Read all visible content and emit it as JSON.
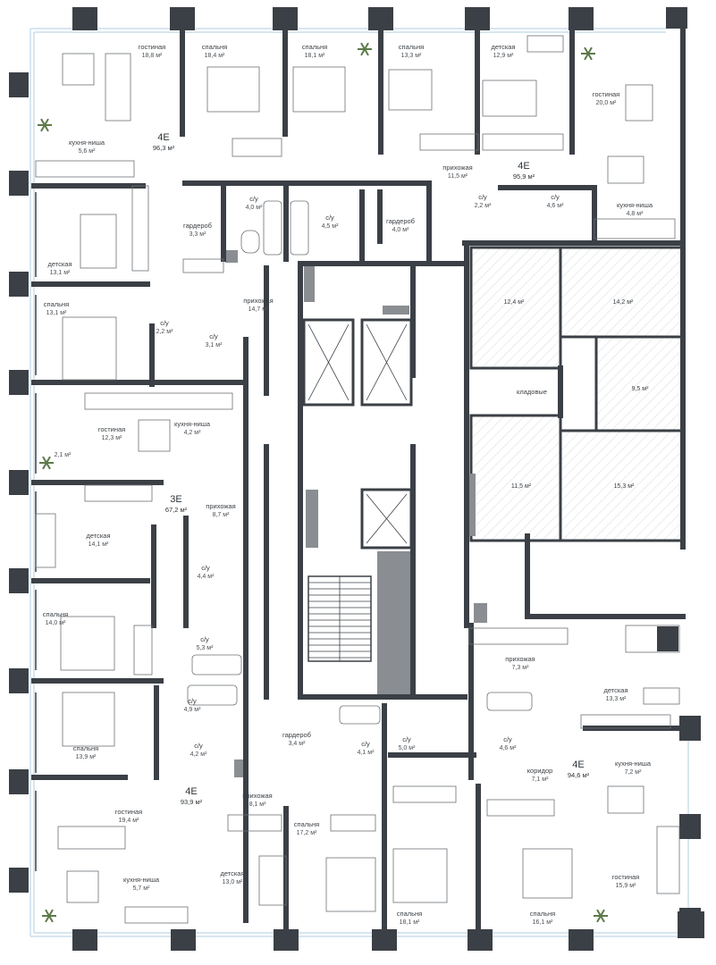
{
  "apartments": [
    {
      "code": "4E",
      "area": "96,3 м²"
    },
    {
      "code": "4E",
      "area": "95,9 м²"
    },
    {
      "code": "3E",
      "area": "67,2 м²"
    },
    {
      "code": "4E",
      "area": "93,9 м²"
    },
    {
      "code": "4E",
      "area": "94,6 м²"
    }
  ],
  "rooms": [
    {
      "name": "гостиная",
      "area": "18,8 м²"
    },
    {
      "name": "спальня",
      "area": "18,4 м²"
    },
    {
      "name": "спальня",
      "area": "18,1 м²"
    },
    {
      "name": "спальня",
      "area": "13,3 м²"
    },
    {
      "name": "детская",
      "area": "12,9 м²"
    },
    {
      "name": "гостиная",
      "area": "20,0 м²"
    },
    {
      "name": "кухня-ниша",
      "area": "5,6 м²"
    },
    {
      "name": "прихожая",
      "area": "11,5 м²"
    },
    {
      "name": "с/у",
      "area": "2,2 м²"
    },
    {
      "name": "с/у",
      "area": "4,6 м²"
    },
    {
      "name": "кухня-ниша",
      "area": "4,8 м²"
    },
    {
      "name": "с/у",
      "area": "4,0 м²"
    },
    {
      "name": "с/у",
      "area": "4,5 м²"
    },
    {
      "name": "гардероб",
      "area": "4,0 м²"
    },
    {
      "name": "гардероб",
      "area": "3,3 м²"
    },
    {
      "name": "детская",
      "area": "13,1 м²"
    },
    {
      "name": "спальня",
      "area": "13,1 м²"
    },
    {
      "name": "прихожая",
      "area": "14,7 м²"
    },
    {
      "name": "с/у",
      "area": "2,2 м²"
    },
    {
      "name": "с/у",
      "area": "3,1 м²"
    },
    {
      "name": "гостиная",
      "area": "12,3 м²"
    },
    {
      "name": "кухня-ниша",
      "area": "4,2 м²"
    },
    {
      "name": "",
      "area": "2,1 м²"
    },
    {
      "name": "прихожая",
      "area": "8,7 м²"
    },
    {
      "name": "детская",
      "area": "14,1 м²"
    },
    {
      "name": "с/у",
      "area": "4,4 м²"
    },
    {
      "name": "спальня",
      "area": "14,0 м²"
    },
    {
      "name": "с/у",
      "area": "5,3 м²"
    },
    {
      "name": "с/у",
      "area": "4,9 м²"
    },
    {
      "name": "спальня",
      "area": "13,9 м²"
    },
    {
      "name": "с/у",
      "area": "4,2 м²"
    },
    {
      "name": "прихожая",
      "area": "8,1 м²"
    },
    {
      "name": "гостиная",
      "area": "19,4 м²"
    },
    {
      "name": "детская",
      "area": "13,0 м²"
    },
    {
      "name": "кухня-ниша",
      "area": "5,7 м²"
    },
    {
      "name": "гардероб",
      "area": "3,4 м²"
    },
    {
      "name": "с/у",
      "area": "4,1 м²"
    },
    {
      "name": "с/у",
      "area": "5,0 м²"
    },
    {
      "name": "с/у",
      "area": "4,6 м²"
    },
    {
      "name": "спальня",
      "area": "17,2 м²"
    },
    {
      "name": "спальня",
      "area": "18,1 м²"
    },
    {
      "name": "спальня",
      "area": "16,1 м²"
    },
    {
      "name": "прихожая",
      "area": "7,3 м²"
    },
    {
      "name": "детская",
      "area": "13,3 м²"
    },
    {
      "name": "коридор",
      "area": "7,1 м²"
    },
    {
      "name": "кухня-ниша",
      "area": "7,2 м²"
    },
    {
      "name": "гостиная",
      "area": "15,9 м²"
    }
  ],
  "storage": {
    "label": "кладовые",
    "units": [
      "12,4 м²",
      "14,2 м²",
      "9,5 м²",
      "11,5 м²",
      "15,3 м²"
    ]
  },
  "colors": {
    "wall": "#3b4046",
    "fill_dark": "#6b7075",
    "shaft": "#8a8e92",
    "storage_fill": "#f4f4f4",
    "window": "#bfd7e6",
    "plant": "#5d7a4a"
  }
}
